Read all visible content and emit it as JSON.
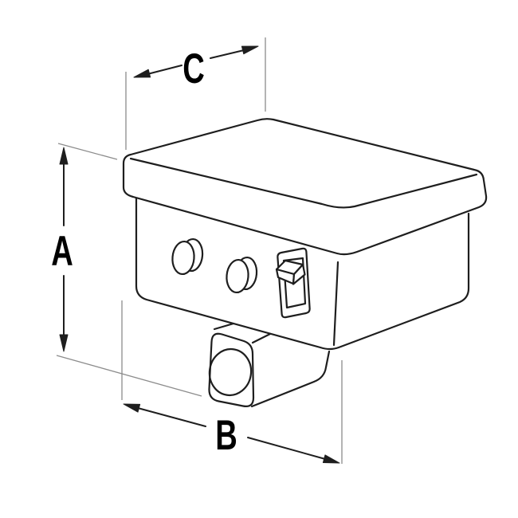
{
  "drawing": {
    "description": "Isometric technical line drawing of a rectangular switch box with an overhanging lid, two cylindrical push buttons, a toggle switch and a round bottom port, annotated with three dimension callouts",
    "dimension_labels": {
      "height": "A",
      "width": "B",
      "depth": "C"
    },
    "colors": {
      "background": "#ffffff",
      "line": "#1e1e1e",
      "extension_line": "#8c8c8c",
      "label": "#000000"
    }
  }
}
